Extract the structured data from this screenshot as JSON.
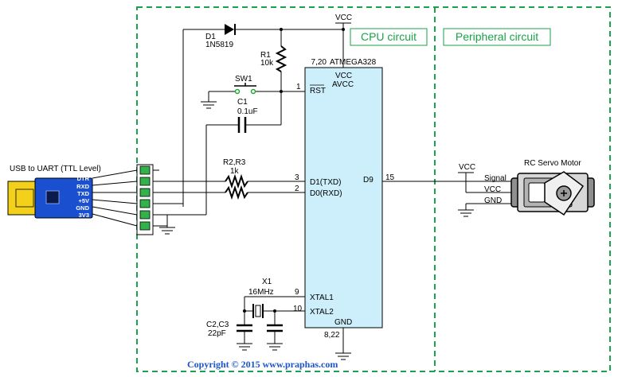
{
  "sections": {
    "cpu": "CPU circuit",
    "peripheral": "Peripheral circuit"
  },
  "mcu": {
    "name": "ATMEGA328",
    "pin_vcc": "VCC",
    "pin_avcc": "AVCC",
    "pin_rst": "RST",
    "pin_d1": "D1(TXD)",
    "pin_d0": "D0(RXD)",
    "pin_d9": "D9",
    "pin_xtal1": "XTAL1",
    "pin_xtal2": "XTAL2",
    "pin_gnd": "GND",
    "num_vcc": "7,20",
    "num_rst": "1",
    "num_d1": "3",
    "num_d0": "2",
    "num_d9": "15",
    "num_xtal1": "9",
    "num_xtal2": "10",
    "num_gnd": "8,22"
  },
  "components": {
    "d1_ref": "D1",
    "d1_val": "1N5819",
    "vcc_top": "VCC",
    "r1_ref": "R1",
    "r1_val": "10k",
    "sw1_ref": "SW1",
    "c1_ref": "C1",
    "c1_val": "0.1uF",
    "r23_ref": "R2,R3",
    "r23_val": "1k",
    "x1_ref": "X1",
    "x1_val": "16MHz",
    "c23_ref": "C2,C3",
    "c23_val": "22pF"
  },
  "usb": {
    "title": "USB to UART (TTL Level)",
    "pins": [
      "DTR",
      "RXD",
      "TXD",
      "+5V",
      "GND",
      "3V3"
    ]
  },
  "servo": {
    "title": "RC Servo Motor",
    "vcc_label": "VCC",
    "signal": "Signal",
    "vcc": "VCC",
    "gnd": "GND"
  },
  "copyright": "Copyright © 2015 www.praphas.com",
  "colors": {
    "section_border": "#19a34a",
    "mcu_fill": "#cdeefb",
    "usb_yellow": "#f3d11a",
    "usb_blue": "#1a4fd0",
    "header_green": "#33b24a",
    "copyright_blue": "#1b55c9"
  }
}
